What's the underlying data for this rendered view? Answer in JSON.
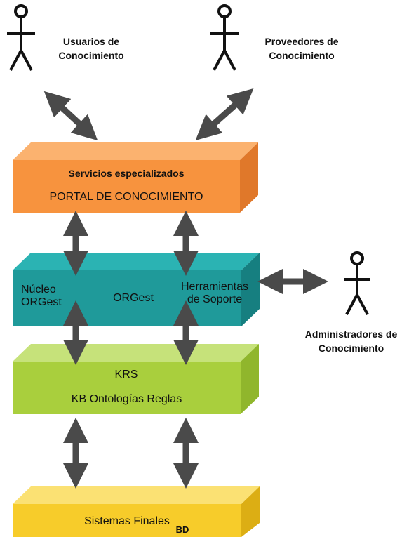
{
  "colors": {
    "portal_front": "#f7933e",
    "portal_top": "#fbb26f",
    "portal_side": "#e0782a",
    "orgest_front": "#1f9a9a",
    "orgest_top": "#2bb3b3",
    "orgest_side": "#167f80",
    "krs_front": "#a9cf3d",
    "krs_top": "#c6e27a",
    "krs_side": "#90b62c",
    "final_front": "#f7cc2a",
    "final_top": "#fbe173",
    "final_side": "#dcae14",
    "arrow": "#4a4a4a"
  },
  "actors": {
    "users": {
      "line1": "Usuarios de",
      "line2": "Conocimiento"
    },
    "providers": {
      "line1": "Proveedores de",
      "line2": "Conocimiento"
    },
    "admins": {
      "line1": "Administradores de",
      "line2": "Conocimiento"
    }
  },
  "layers": {
    "portal": {
      "title": "Servicios especializados",
      "subtitle": "PORTAL DE CONOCIMIENTO"
    },
    "orgest": {
      "left1": "Núcleo",
      "left2": "ORGest",
      "center": "ORGest",
      "right1": "Herramientas",
      "right2": "de Soporte"
    },
    "krs": {
      "title": "KRS",
      "subtitle": "KB  Ontologías  Reglas"
    },
    "final": {
      "title": "Sistemas Finales",
      "subtitle": "BD"
    }
  }
}
